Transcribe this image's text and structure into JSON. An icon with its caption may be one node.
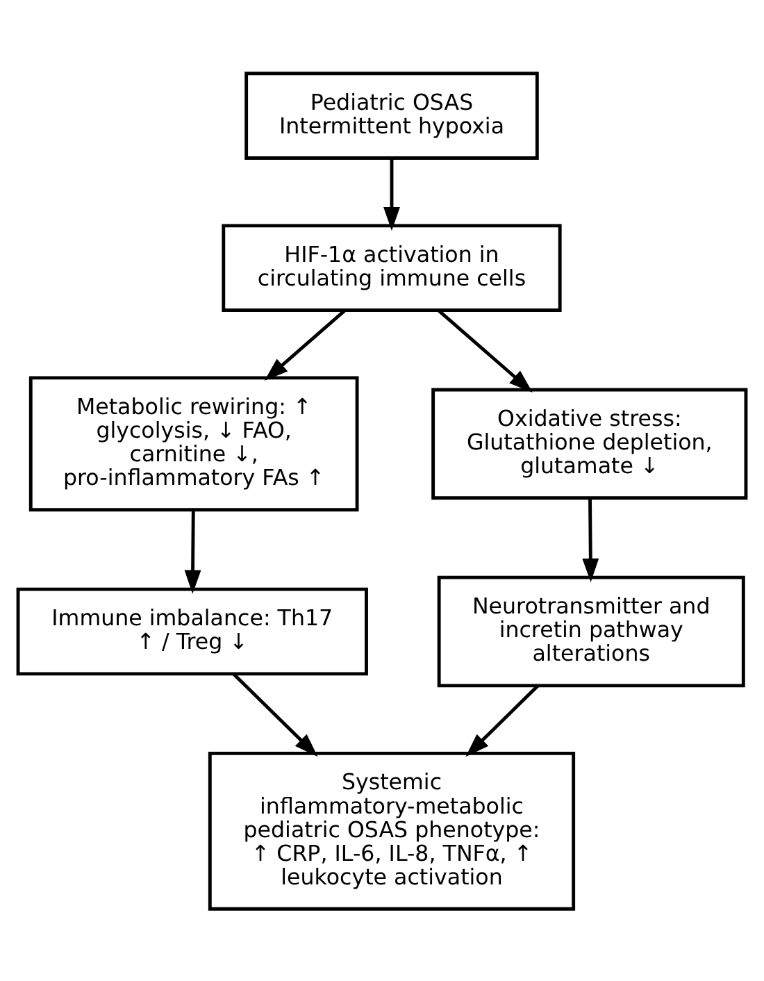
{
  "diagram": {
    "nodes": [
      {
        "text": [
          "Pediatric OSAS Intermittent hypoxia"
        ]
      },
      {
        "text": [
          "HIF-1α activation in circulating immune cells"
        ]
      },
      {
        "text": [
          "Metabolic rewiring: ↑ glycolysis, ↓ FAO, carnitine ↓, pro-inflammatory FAs ↑"
        ]
      },
      {
        "text": [
          "Oxidative stress: Glutathione depletion, glutamate ↓"
        ]
      },
      {
        "text": [
          "Immune imbalance: Th17 ↑ / Treg ↓"
        ]
      },
      {
        "text": [
          "Neurotransmitter and incretin pathway alterations"
        ]
      },
      {
        "text": [
          "Systemic inflammatory-metabolic pediatric OSAS phenotype: ↑ CRP, IL-6, IL-8, TNFα, ↑ leukocyte activation"
        ]
      }
    ],
    "edges": [
      {
        "from": 0,
        "to": 1,
        "arrow": "to"
      },
      {
        "from": 1,
        "to": 2,
        "arrow": "to"
      },
      {
        "from": 1,
        "to": 3,
        "arrow": "to"
      },
      {
        "from": 2,
        "to": 4,
        "arrow": "to"
      },
      {
        "from": 3,
        "to": 5,
        "arrow": "to"
      },
      {
        "from": 4,
        "to": 6,
        "arrow": "to"
      },
      {
        "from": 5,
        "to": 6,
        "arrow": "to"
      }
    ]
  }
}
